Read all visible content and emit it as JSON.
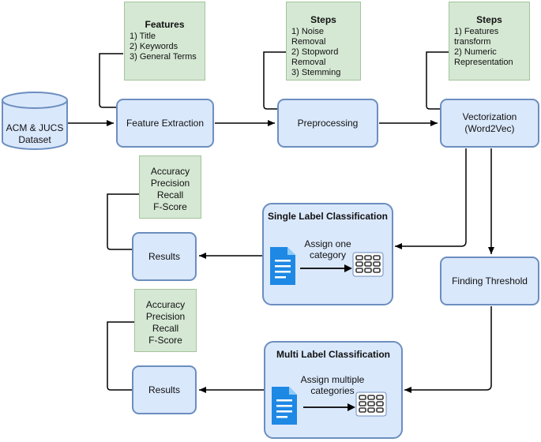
{
  "database": {
    "label_line1": "ACM & JUCS",
    "label_line2": "Dataset"
  },
  "nodes": {
    "feature_extraction": "Feature Extraction",
    "preprocessing": "Preprocessing",
    "vectorization_line1": "Vectorization",
    "vectorization_line2": "(Word2Vec)",
    "finding_threshold": "Finding Threshold",
    "results_single": "Results",
    "results_multi": "Results"
  },
  "notes": {
    "features": {
      "title": "Features",
      "lines": [
        "1) Title",
        "2) Keywords",
        "3) General Terms"
      ]
    },
    "preprocessing_steps": {
      "title": "Steps",
      "lines": [
        "1) Noise Removal",
        "2) Stopword",
        "Removal",
        "3) Stemming"
      ]
    },
    "vectorization_steps": {
      "title": "Steps",
      "lines": [
        "1) Features",
        "transform",
        "2) Numeric",
        "Representation"
      ]
    },
    "metrics_single": {
      "lines": [
        "Accuracy",
        "Precision",
        "Recall",
        "F-Score"
      ]
    },
    "metrics_multi": {
      "lines": [
        "Accuracy",
        "Precision",
        "Recall",
        "F-Score"
      ]
    }
  },
  "single_label": {
    "title": "Single Label Classification",
    "assign_line1": "Assign one",
    "assign_line2": "category"
  },
  "multi_label": {
    "title": "Multi Label Classification",
    "assign_line1": "Assign multiple",
    "assign_line2": "categories"
  },
  "colors": {
    "process_fill": "#dae8fc",
    "process_border": "#6c8ebf",
    "note_fill": "#d5e8d4",
    "document_icon": "#1e88e5",
    "arrow": "#000000"
  }
}
